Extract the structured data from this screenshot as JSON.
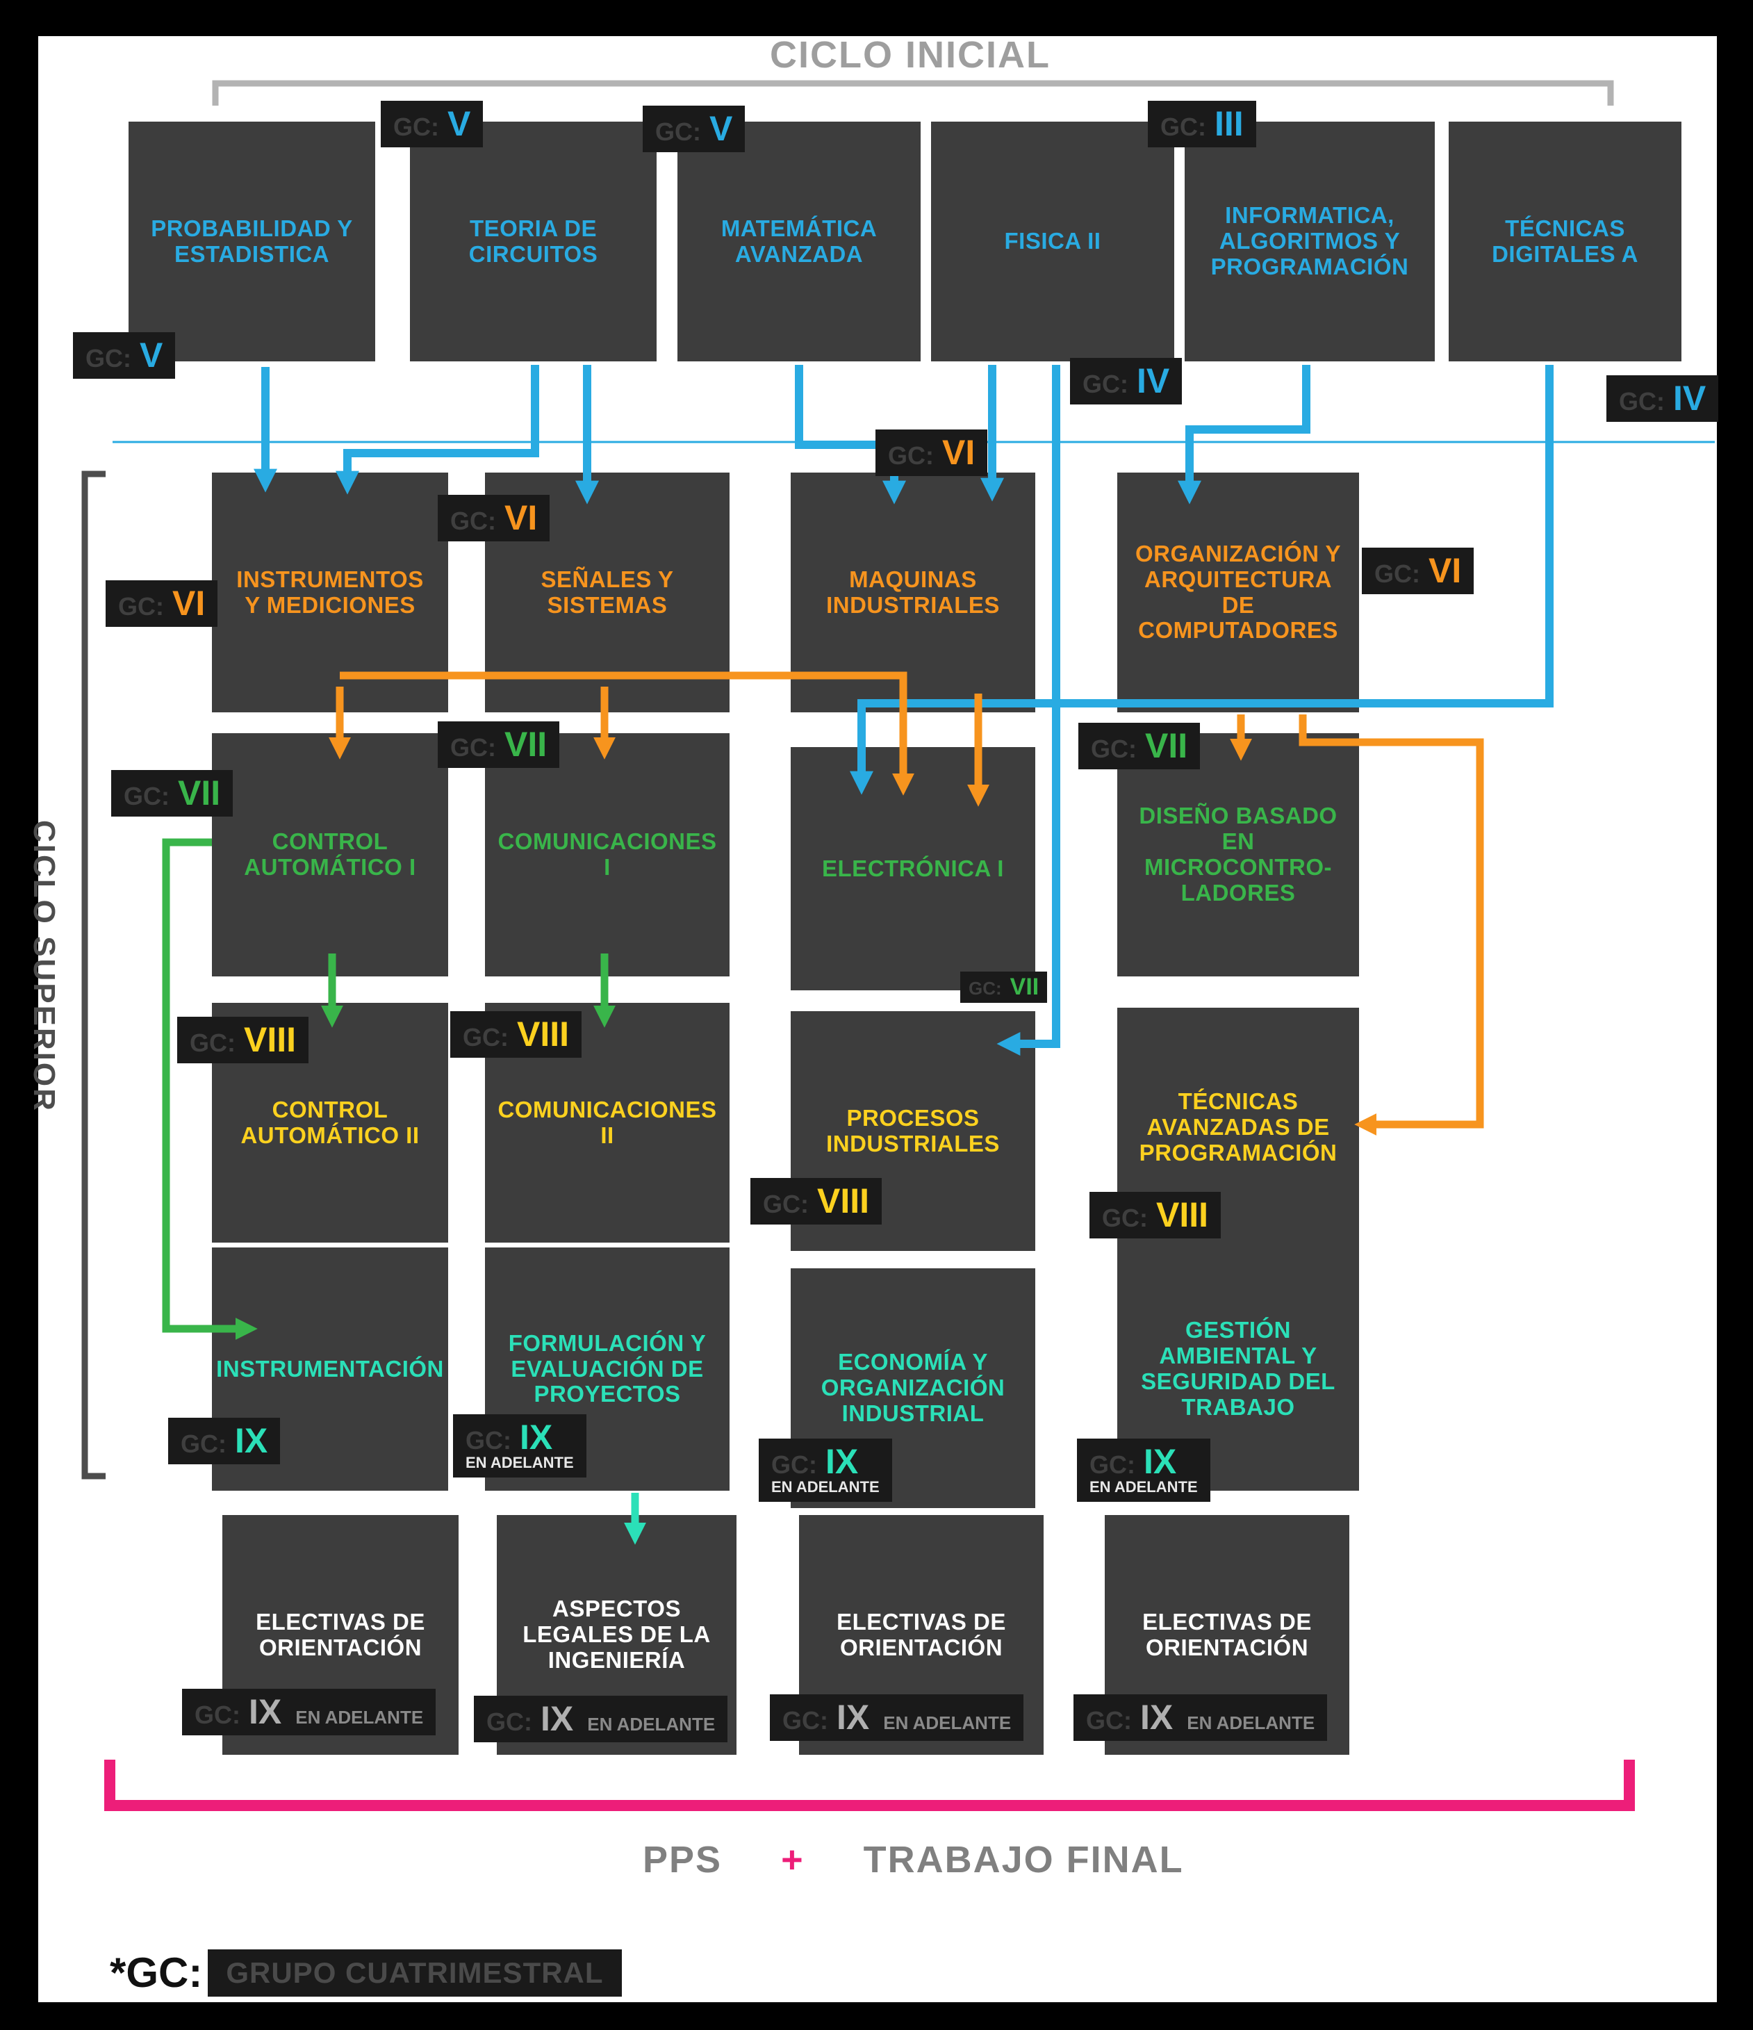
{
  "header": {
    "top_bracket": "CICLO INICIAL",
    "left_bracket": "CICLO SUPERIOR"
  },
  "footer": {
    "pps": "PPS",
    "plus": "+",
    "trabajo_final": "TRABAJO FINAL",
    "note_prefix": "*GC:",
    "note_text": "GRUPO CUATRIMESTRAL"
  },
  "labels": {
    "gc_prefix": "GC:",
    "en_adelante": "EN ADELANTE"
  },
  "palette": {
    "ciclo_inicial": "#29abe2",
    "gc_vi": "#f7941e",
    "gc_vii": "#39b54a",
    "gc_viii": "#fcd11f",
    "gc_ix": "#2be0b8",
    "electivas": "#ffffff",
    "pink_bracket": "#ed1e79",
    "box_bg": "#3d3d3d",
    "chip_bg": "#1a1a1a",
    "top_bracket": "#b3b3b3",
    "left_bracket": "#4d4d4d"
  },
  "courses": {
    "prob": {
      "title": "PROBABILIDAD Y ESTADISTICA",
      "gc": "V"
    },
    "teoria": {
      "title": "TEORIA DE CIRCUITOS",
      "gc": "V"
    },
    "matematica": {
      "title": "MATEMÁTICA AVANZADA",
      "gc": "V"
    },
    "fisica": {
      "title": "FISICA II",
      "gc": "IV"
    },
    "informatica": {
      "title": "INFORMATICA, ALGORITMOS Y PROGRAMACIÓN",
      "gc": "III"
    },
    "tecdig": {
      "title": "TÉCNICAS DIGITALES A",
      "gc": "IV"
    },
    "instrumentos": {
      "title": "INSTRUMENTOS Y MEDICIONES",
      "gc": "VI"
    },
    "senales": {
      "title": "SEÑALES Y SISTEMAS",
      "gc": "VI"
    },
    "maquinas": {
      "title": "MAQUINAS INDUSTRIALES",
      "gc": "VI"
    },
    "organizacion": {
      "title": "ORGANIZACIÓN Y ARQUITECTURA DE COMPUTADORES",
      "gc": "VI"
    },
    "control1": {
      "title": "CONTROL AUTOMÁTICO I",
      "gc": "VII"
    },
    "comunicaciones1": {
      "title": "COMUNICACIONES I",
      "gc": "VII"
    },
    "electronica": {
      "title": "ELECTRÓNICA I",
      "gc": "VII"
    },
    "diseno": {
      "title": "DISEÑO BASADO EN MICROCONTRO-LADORES",
      "gc": "VII"
    },
    "control2": {
      "title": "CONTROL AUTOMÁTICO II",
      "gc": "VIII"
    },
    "comunicaciones2": {
      "title": "COMUNICACIONES II",
      "gc": "VIII"
    },
    "procesos": {
      "title": "PROCESOS INDUSTRIALES",
      "gc": "VIII"
    },
    "tecavanzadas": {
      "title": "TÉCNICAS AVANZADAS DE PROGRAMACIÓN",
      "gc": "VIII"
    },
    "instrumentacion": {
      "title": "INSTRUMENTACIÓN",
      "gc": "IX"
    },
    "formulacion": {
      "title": "FORMULACIÓN Y EVALUACIÓN DE PROYECTOS",
      "gc": "IX",
      "suffix": "EN ADELANTE"
    },
    "economia": {
      "title": "ECONOMÍA Y ORGANIZACIÓN INDUSTRIAL",
      "gc": "IX",
      "suffix": "EN ADELANTE"
    },
    "gestion": {
      "title": "GESTIÓN AMBIENTAL Y SEGURIDAD DEL TRABAJO",
      "gc": "IX",
      "suffix": "EN ADELANTE"
    },
    "electivas1": {
      "title": "ELECTIVAS DE ORIENTACIÓN",
      "gc": "IX",
      "suffix": "EN ADELANTE"
    },
    "aspectos": {
      "title": "ASPECTOS LEGALES DE LA INGENIERÍA",
      "gc": "IX",
      "suffix": "EN ADELANTE"
    },
    "electivas3": {
      "title": "ELECTIVAS DE ORIENTACIÓN",
      "gc": "IX",
      "suffix": "EN ADELANTE"
    },
    "electivas4": {
      "title": "ELECTIVAS DE ORIENTACIÓN",
      "gc": "IX",
      "suffix": "EN ADELANTE"
    }
  },
  "edges": [
    {
      "from": "prob",
      "to": "instrumentos",
      "color": "#29abe2"
    },
    {
      "from": "teoria",
      "to": "instrumentos",
      "color": "#29abe2"
    },
    {
      "from": "teoria",
      "to": "senales",
      "color": "#29abe2"
    },
    {
      "from": "matematica",
      "to": "maquinas",
      "color": "#29abe2"
    },
    {
      "from": "fisica",
      "to": "maquinas",
      "color": "#29abe2"
    },
    {
      "from": "fisica",
      "to": "procesos",
      "color": "#29abe2"
    },
    {
      "from": "informatica",
      "to": "organizacion",
      "color": "#29abe2"
    },
    {
      "from": "tecdig",
      "to": "electronica",
      "color": "#29abe2"
    },
    {
      "from": "instrumentos",
      "to": "control1",
      "color": "#f7941e"
    },
    {
      "from": "instrumentos",
      "to": "electronica",
      "color": "#f7941e"
    },
    {
      "from": "senales",
      "to": "comunicaciones1",
      "color": "#f7941e"
    },
    {
      "from": "maquinas",
      "to": "electronica",
      "color": "#f7941e"
    },
    {
      "from": "organizacion",
      "to": "diseno",
      "color": "#f7941e"
    },
    {
      "from": "organizacion",
      "to": "tecavanzadas",
      "color": "#f7941e"
    },
    {
      "from": "control1",
      "to": "control2",
      "color": "#39b54a"
    },
    {
      "from": "comunicaciones1",
      "to": "comunicaciones2",
      "color": "#39b54a"
    },
    {
      "from": "control1",
      "to": "instrumentacion",
      "color": "#39b54a"
    },
    {
      "from": "formulacion",
      "to": "aspectos",
      "color": "#2be0b8"
    }
  ]
}
